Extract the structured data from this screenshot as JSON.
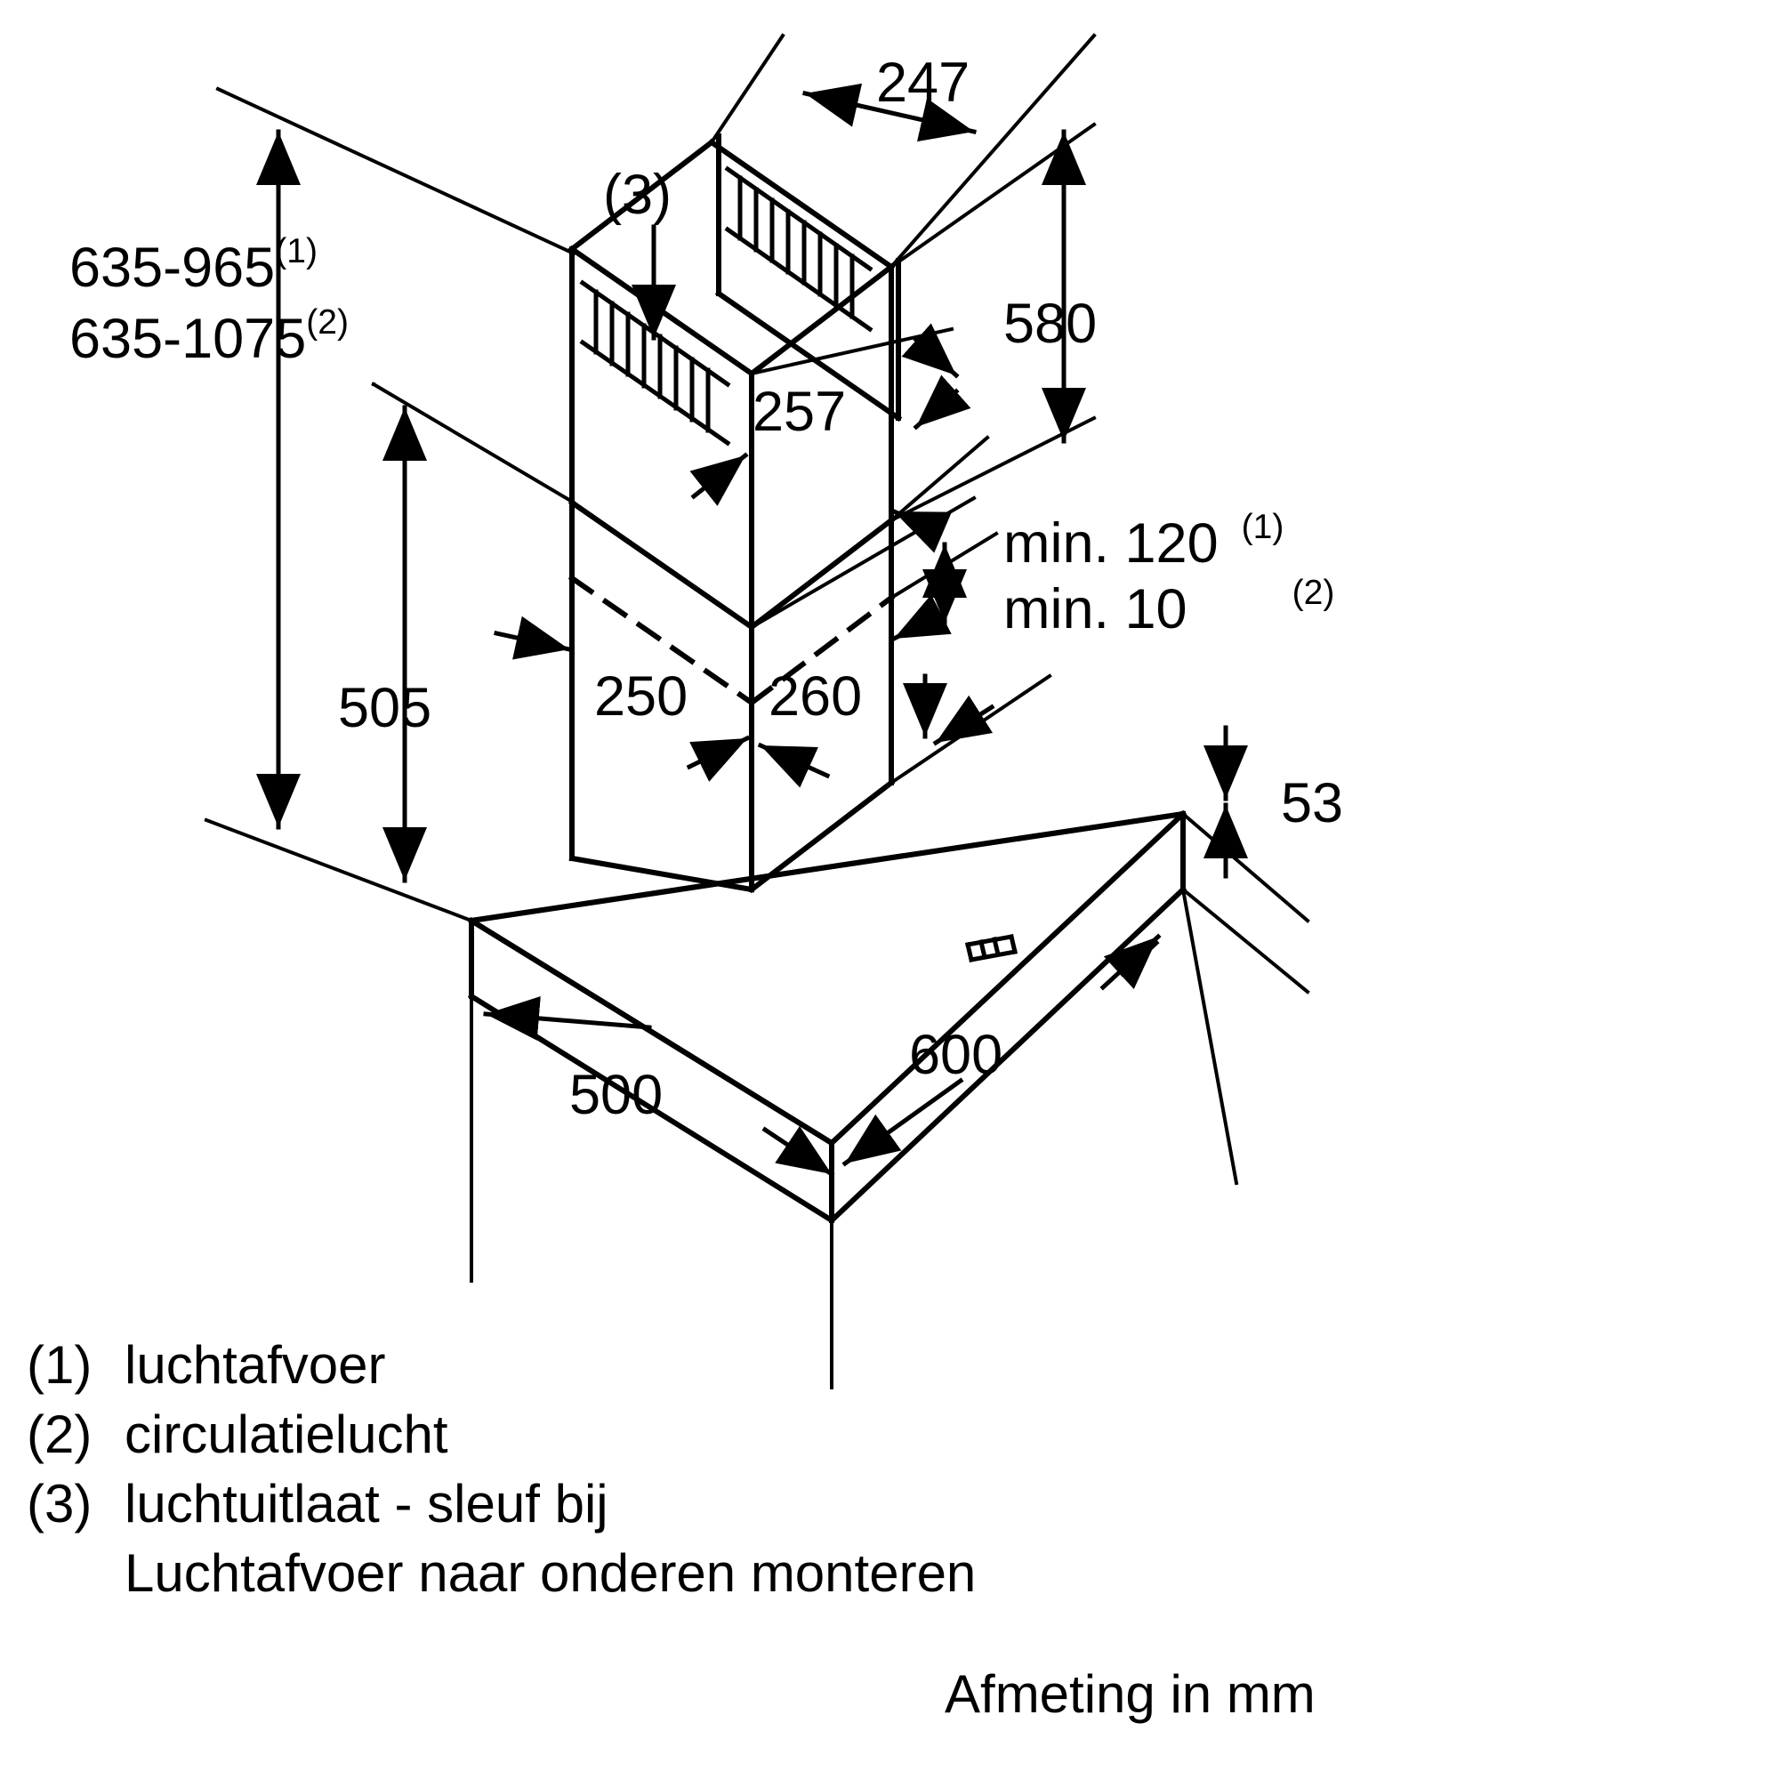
{
  "figure": {
    "title": "Wall-mounted chimney cooker hood dimension drawing",
    "units_note": "Afmeting in mm",
    "line_color": "#000000",
    "background_color": "#ffffff"
  },
  "dimensions": {
    "height_range_exhaust": "635-965",
    "height_range_exhaust_ref": "(1)",
    "height_range_recirc": "635-1075",
    "height_range_recirc_ref": "(2)",
    "chimney_upper_depth": "247",
    "chimney_total_height": "580",
    "chimney_upper_height": "257",
    "canopy_to_chimney": "505",
    "chimney_lower_width": "250",
    "chimney_lower_depth": "260",
    "min_distance_exhaust": "min. 120",
    "min_distance_exhaust_ref": "(1)",
    "min_distance_recirc": "min. 10",
    "min_distance_recirc_ref": "(2)",
    "canopy_thickness": "53",
    "canopy_depth": "500",
    "canopy_width": "600",
    "air_outlet_callout": "(3)"
  },
  "legend": {
    "items": [
      {
        "index": "(1)",
        "text": "luchtafvoer"
      },
      {
        "index": "(2)",
        "text": "circulatielucht"
      },
      {
        "index": "(3)",
        "text": "luchtuitlaat - sleuf bij"
      }
    ],
    "continuation": "Luchtafvoer naar onderen monteren",
    "units": "Afmeting in mm"
  }
}
